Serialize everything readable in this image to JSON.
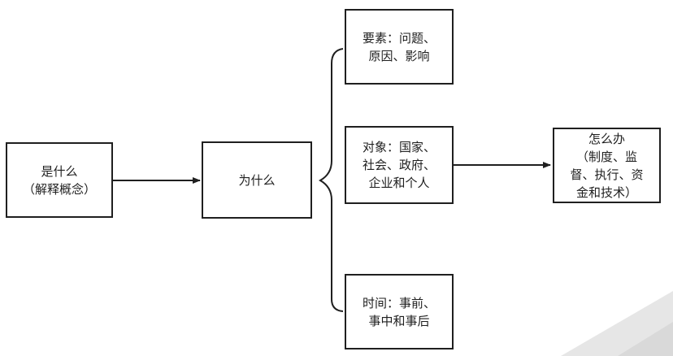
{
  "diagram": {
    "nodes": {
      "what": {
        "label": "是什么\n（解释概念）"
      },
      "why": {
        "label": "为什么"
      },
      "elements": {
        "label": "要素：问题、\n原因、影响"
      },
      "objects": {
        "label": "对象：国家、\n社会、政府、\n企业和个人"
      },
      "time": {
        "label": "时间：事前、\n事中和事后"
      },
      "how": {
        "label": "怎么办\n（制度、监\n督、执行、资\n金和技术）"
      }
    },
    "edges": [
      {
        "from": "what",
        "to": "why",
        "style": "arrow"
      },
      {
        "from": "why",
        "to": [
          "elements",
          "objects",
          "time"
        ],
        "style": "brace"
      },
      {
        "from": "objects",
        "to": "how",
        "style": "arrow"
      }
    ],
    "colors": {
      "stroke": "#1f1f1f",
      "background": "#ffffff",
      "decoration": "#e6e6e6"
    }
  }
}
